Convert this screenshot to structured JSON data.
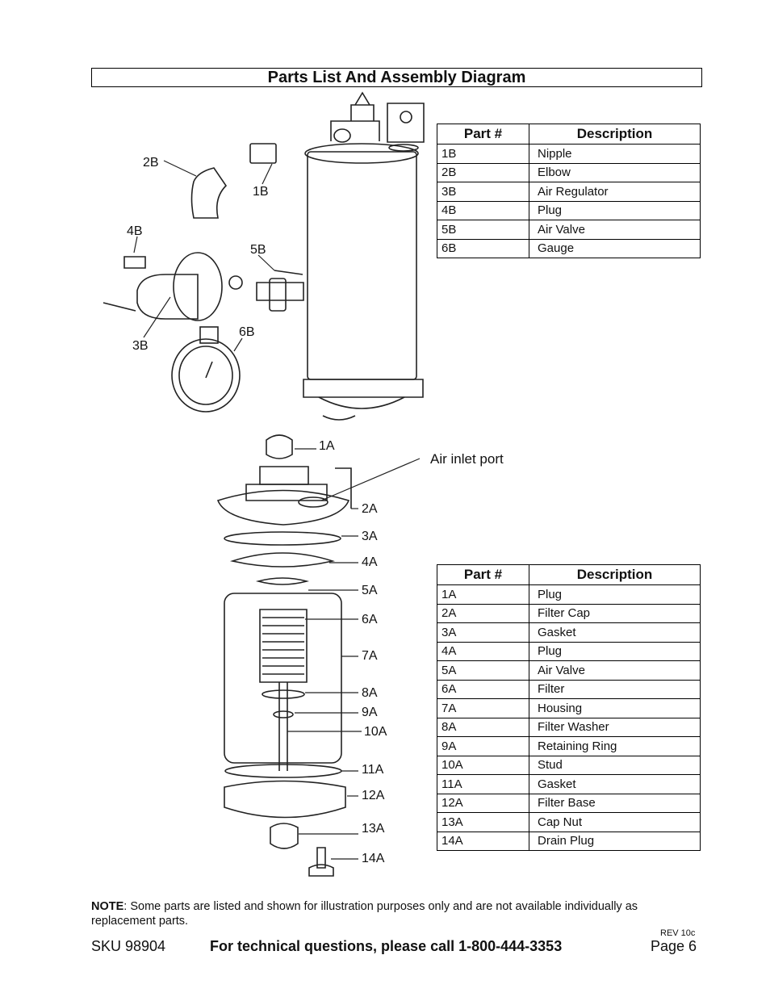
{
  "title": "Parts List And Assembly Diagram",
  "table_b": {
    "header": {
      "part": "Part #",
      "description": "Description"
    },
    "rows": [
      {
        "part": "1B",
        "description": "Nipple"
      },
      {
        "part": "2B",
        "description": "Elbow"
      },
      {
        "part": "3B",
        "description": "Air Regulator"
      },
      {
        "part": "4B",
        "description": "Plug"
      },
      {
        "part": "5B",
        "description": "Air Valve"
      },
      {
        "part": "6B",
        "description": "Gauge"
      }
    ]
  },
  "table_a": {
    "header": {
      "part": "Part #",
      "description": "Description"
    },
    "rows": [
      {
        "part": "1A",
        "description": "Plug"
      },
      {
        "part": "2A",
        "description": "Filter Cap"
      },
      {
        "part": "3A",
        "description": "Gasket"
      },
      {
        "part": "4A",
        "description": "Plug"
      },
      {
        "part": "5A",
        "description": "Air Valve"
      },
      {
        "part": "6A",
        "description": "Filter"
      },
      {
        "part": "7A",
        "description": "Housing"
      },
      {
        "part": "8A",
        "description": "Filter Washer"
      },
      {
        "part": "9A",
        "description": "Retaining Ring"
      },
      {
        "part": "10A",
        "description": "Stud"
      },
      {
        "part": "11A",
        "description": "Gasket"
      },
      {
        "part": "12A",
        "description": "Filter Base"
      },
      {
        "part": "13A",
        "description": "Cap Nut"
      },
      {
        "part": "14A",
        "description": "Drain Plug"
      }
    ]
  },
  "diagram_labels": {
    "b": [
      "2B",
      "1B",
      "4B",
      "5B",
      "3B",
      "6B"
    ],
    "a": [
      "1A",
      "2A",
      "3A",
      "4A",
      "5A",
      "6A",
      "7A",
      "8A",
      "9A",
      "10A",
      "11A",
      "12A",
      "13A",
      "14A"
    ],
    "air_inlet": "Air inlet port"
  },
  "note": {
    "bold": "NOTE",
    "text": ": Some parts are listed and shown for illustration purposes only and are not available individually as replacement parts."
  },
  "rev": "REV 10c",
  "footer": {
    "sku": "SKU 98904",
    "tech": "For technical questions, please call 1-800-444-3353",
    "page": "Page 6"
  }
}
